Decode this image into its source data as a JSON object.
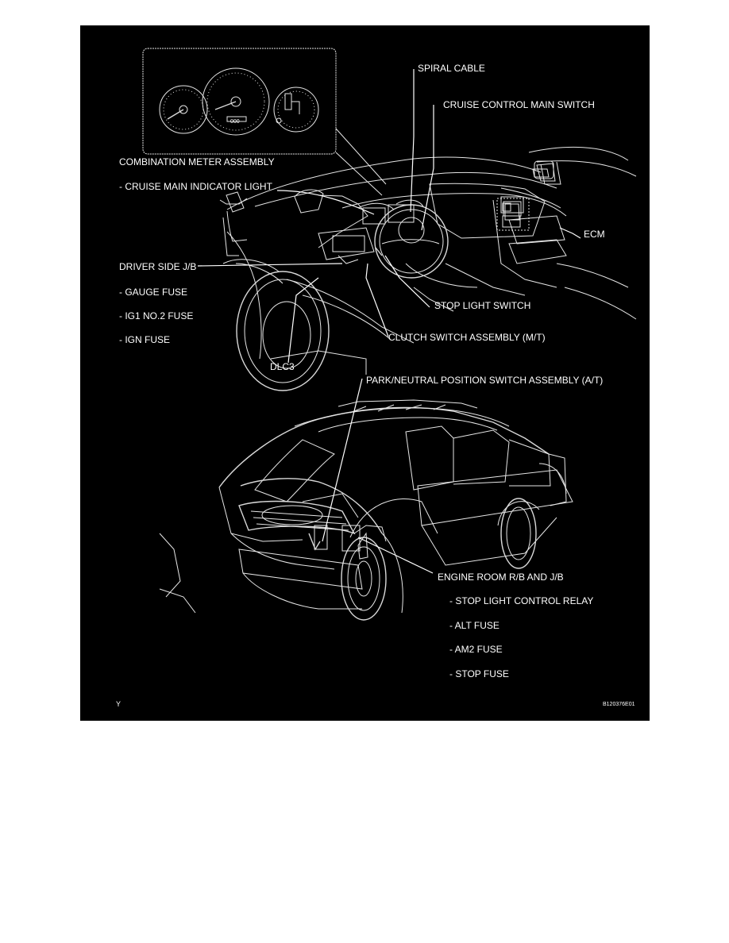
{
  "labels": {
    "spiral_cable": "SPIRAL CABLE",
    "cruise_control_main_switch": "CRUISE CONTROL MAIN SWITCH",
    "combination_meter_assembly": "COMBINATION METER ASSEMBLY",
    "cruise_main_indicator_light": "- CRUISE MAIN INDICATOR LIGHT",
    "ecm": "ECM",
    "driver_side_jb": "DRIVER SIDE J/B",
    "gauge_fuse": "- GAUGE FUSE",
    "ig1_no2_fuse": "- IG1 NO.2 FUSE",
    "ign_fuse": "- IGN FUSE",
    "stop_light_switch": "STOP LIGHT SWITCH",
    "clutch_switch_assembly": "CLUTCH SWITCH ASSEMBLY (M/T)",
    "dlc3": "DLC3",
    "park_neutral_switch": "PARK/NEUTRAL POSITION SWITCH ASSEMBLY (A/T)",
    "engine_room_rb_jb": "ENGINE ROOM R/B AND J/B",
    "stop_light_control_relay": "- STOP LIGHT CONTROL RELAY",
    "alt_fuse": "- ALT FUSE",
    "am2_fuse": "- AM2 FUSE",
    "stop_fuse": "- STOP FUSE"
  },
  "corner": {
    "left_code": "Y",
    "figure_code": "B120376E01"
  },
  "colors": {
    "background": "#000000",
    "linework": "#ffffff",
    "page": "#ffffff"
  }
}
